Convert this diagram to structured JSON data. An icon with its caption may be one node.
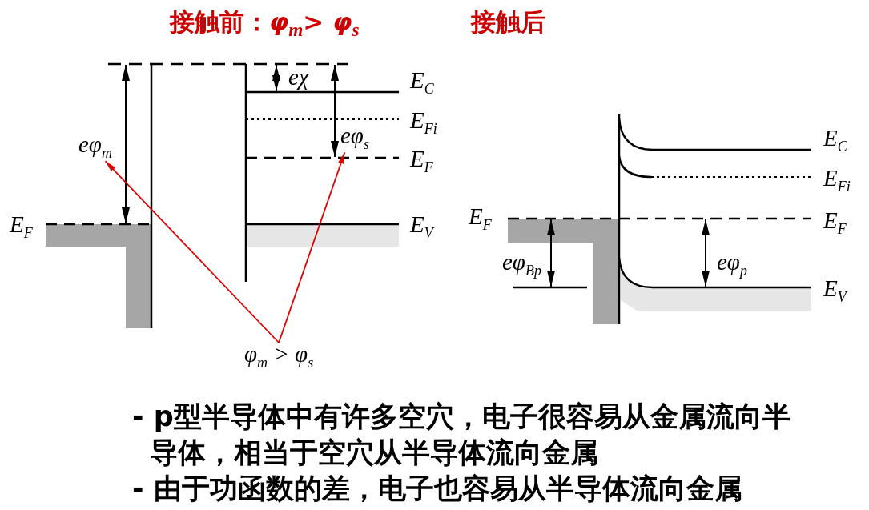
{
  "diagram": {
    "nodes": [
      {
        "text": [
          "φ$_{m}$ > φ$_{s}$"
        ]
      },
      {
        "text": [
          "eφ$_{m}$"
        ]
      },
      {
        "text": [
          "eφ$_{s}$"
        ]
      }
    ],
    "edges": [
      {
        "from": 0,
        "to": 1,
        "arrow": "to",
        "color": "#e00000"
      },
      {
        "from": 0,
        "to": 2,
        "arrow": "to",
        "color": "#e00000"
      }
    ],
    "labels": [
      "接触前：*φ*$_{m}$> *φ*$_{s}$",
      "接触后",
      "eχ",
      "E$_{C}$",
      "E$_{Fi}$",
      "E$_{F}$",
      "E$_{F}$",
      "E$_{V}$",
      "E$_{C}$",
      "E$_{Fi}$",
      "E$_{F}$",
      "E$_{F}$",
      "eφ$_{Bp}$",
      "eφ$_{p}$",
      "E$_{V}$",
      "- p型半导体中有许多空穴，电子很容易从金属流向半导体，相当于空穴从半导体流向金属",
      "- 由于功函数的差，电子也容易从半导体流向金属"
    ]
  }
}
